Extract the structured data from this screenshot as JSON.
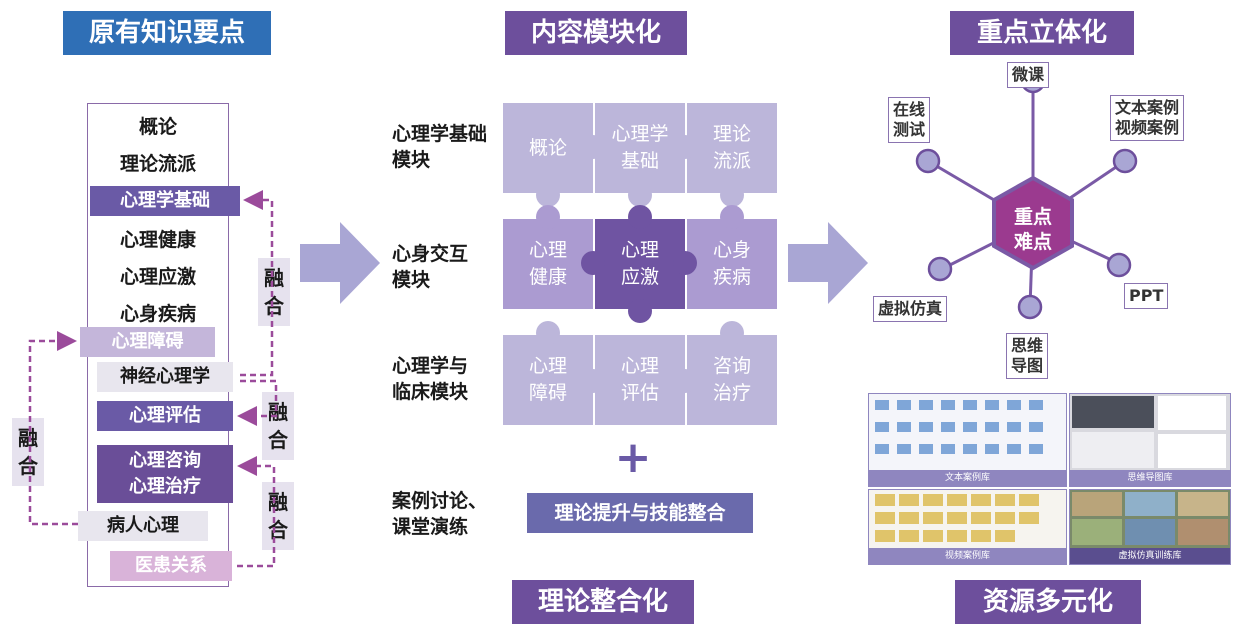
{
  "headers": {
    "original": "原有知识要点",
    "modular": "内容模块化",
    "focus": "重点立体化",
    "integrate": "理论整合化",
    "resources": "资源多元化"
  },
  "left_list": {
    "plain_items": [
      "概论",
      "理论流派",
      "心理健康",
      "心理应激",
      "心身疾病"
    ],
    "tag_basic": "心理学基础",
    "tag_obstacle": "心理障碍",
    "tag_neuro": "神经心理学",
    "tag_assess": "心理评估",
    "tag_counsel_1": "心理咨询",
    "tag_counsel_2": "心理治疗",
    "tag_patient": "病人心理",
    "tag_doctor": "医患关系",
    "fuse_1": "融",
    "fuse_2": "合"
  },
  "modules": {
    "row1_label_1": "心理学基础",
    "row1_label_2": "模块",
    "row2_label_1": "心身交互",
    "row2_label_2": "模块",
    "row3_label_1": "心理学与",
    "row3_label_2": "临床模块",
    "row4_label_1": "案例讨论、",
    "row4_label_2": "课堂演练",
    "plus": "+",
    "integration_box": "理论提升与技能整合",
    "pieces": {
      "p11_1": "概论",
      "p11_2": "",
      "p12_1": "心理学",
      "p12_2": "基础",
      "p13_1": "理论",
      "p13_2": "流派",
      "p21_1": "心理",
      "p21_2": "健康",
      "p22_1": "心理",
      "p22_2": "应激",
      "p23_1": "心身",
      "p23_2": "疾病",
      "p31_1": "心理",
      "p31_2": "障碍",
      "p32_1": "心理",
      "p32_2": "评估",
      "p33_1": "咨询",
      "p33_2": "治疗"
    }
  },
  "focus": {
    "center_1": "重点",
    "center_2": "难点",
    "node_micro": "微课",
    "node_online_1": "在线",
    "node_online_2": "测试",
    "node_cases_1": "文本案例",
    "node_cases_2": "视频案例",
    "node_virtual": "虚拟仿真",
    "node_ppt": "PPT",
    "node_mindmap_1": "思维",
    "node_mindmap_2": "导图"
  },
  "resources": {
    "thumb_text_cases": "文本案例库",
    "thumb_mindmap": "思维导图库",
    "thumb_video": "视频案例库",
    "thumb_virtual": "虚拟仿真训练库"
  },
  "colors": {
    "header_blue": "#2f6fb6",
    "header_purple": "#6d4f9c",
    "piece_light": "#bcb6da",
    "piece_dark": "#6f54a2",
    "arrow": "#a9a6d4",
    "hub_magenta": "#9b3a8f"
  }
}
